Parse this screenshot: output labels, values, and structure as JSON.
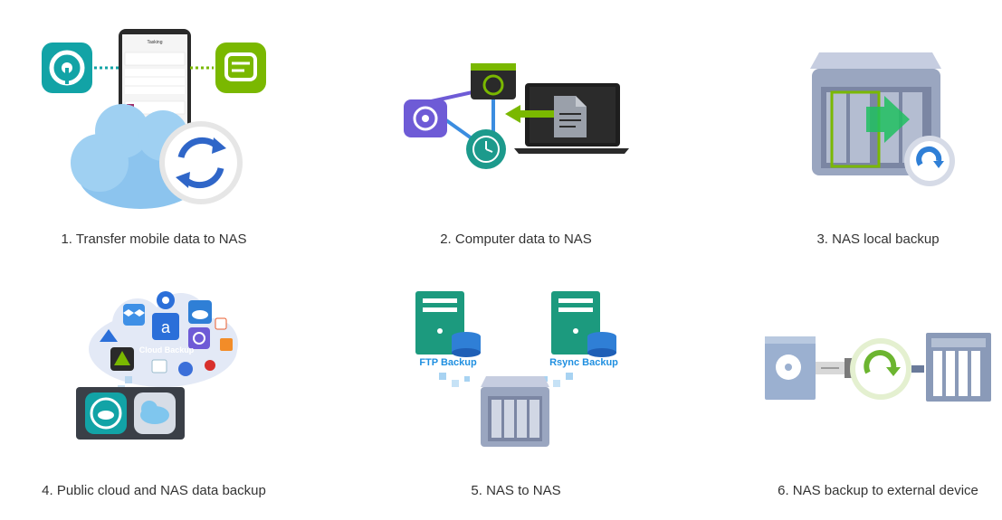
{
  "colors": {
    "teal": "#12a3a6",
    "green": "#7ab800",
    "purple": "#6e5bd6",
    "blue": "#3b8de0",
    "nas_gray": "#9aa6c0",
    "caption_text": "#333333",
    "label_blue": "#1f8fe0"
  },
  "tiles": [
    {
      "caption": "1. Transfer mobile data to NAS",
      "phone_header": "Tasking",
      "icons": [
        "qsync-app-icon",
        "notes-app-icon",
        "cloud-icon",
        "sync-arrows-icon"
      ]
    },
    {
      "caption": "2. Computer data to NAS",
      "icons": [
        "cloud-backup-icon",
        "nas-drive-icon",
        "time-machine-icon",
        "laptop-icon",
        "document-icon"
      ]
    },
    {
      "caption": "3. NAS local backup",
      "icons": [
        "nas-enclosure-icon",
        "transfer-arrow-icon",
        "backup-refresh-icon"
      ]
    },
    {
      "caption": "4. Public cloud and NAS data backup",
      "cloud_label": "Cloud Backup",
      "icons": [
        "dropbox-icon",
        "amazon-icon",
        "onedrive-icon",
        "google-drive-icon",
        "azure-icon",
        "cloud-sync-icon",
        "hybrid-sync-icon"
      ]
    },
    {
      "caption": "5. NAS to NAS",
      "left_label": "FTP Backup",
      "right_label": "Rsync Backup",
      "icons": [
        "server-left-icon",
        "server-right-icon",
        "nas-center-icon"
      ]
    },
    {
      "caption": "6. NAS backup to external device",
      "icons": [
        "external-drive-icon",
        "usb-plug-icon",
        "sync-circle-icon",
        "nas-side-icon"
      ]
    }
  ]
}
